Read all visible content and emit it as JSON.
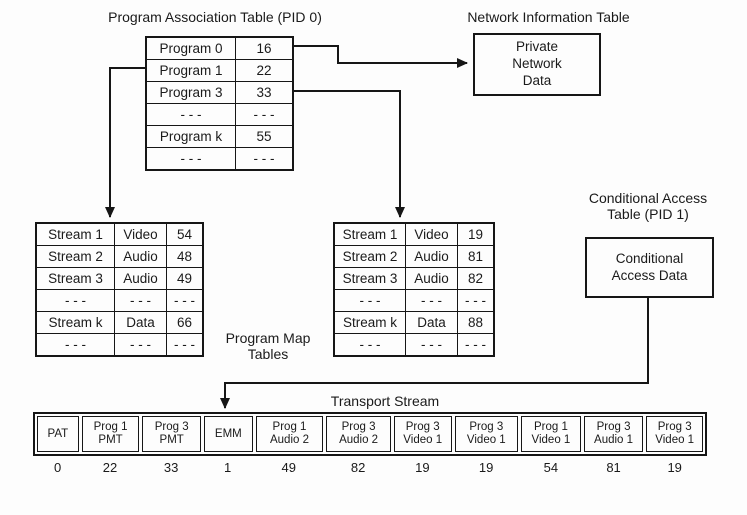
{
  "diagram": {
    "pat": {
      "title": "Program Association Table (PID 0)",
      "rows": [
        {
          "name": "Program 0",
          "pid": "16"
        },
        {
          "name": "Program 1",
          "pid": "22"
        },
        {
          "name": "Program 3",
          "pid": "33"
        },
        {
          "name": "- - -",
          "pid": "- - -"
        },
        {
          "name": "Program k",
          "pid": "55"
        },
        {
          "name": "- - -",
          "pid": "- - -"
        }
      ]
    },
    "nit": {
      "title": "Network Information Table",
      "box_label": "Private\nNetwork\nData"
    },
    "pmt_label": "Program Map\nTables",
    "pmt_left": {
      "rows": [
        {
          "stream": "Stream 1",
          "type": "Video",
          "pid": "54"
        },
        {
          "stream": "Stream 2",
          "type": "Audio",
          "pid": "48"
        },
        {
          "stream": "Stream 3",
          "type": "Audio",
          "pid": "49"
        },
        {
          "stream": "- - -",
          "type": "- - -",
          "pid": "- - -"
        },
        {
          "stream": "Stream k",
          "type": "Data",
          "pid": "66"
        },
        {
          "stream": "- - -",
          "type": "- - -",
          "pid": "- - -"
        }
      ]
    },
    "pmt_right": {
      "rows": [
        {
          "stream": "Stream 1",
          "type": "Video",
          "pid": "19"
        },
        {
          "stream": "Stream 2",
          "type": "Audio",
          "pid": "81"
        },
        {
          "stream": "Stream 3",
          "type": "Audio",
          "pid": "82"
        },
        {
          "stream": "- - -",
          "type": "- - -",
          "pid": "- - -"
        },
        {
          "stream": "Stream k",
          "type": "Data",
          "pid": "88"
        },
        {
          "stream": "- - -",
          "type": "- - -",
          "pid": "- - -"
        }
      ]
    },
    "cat": {
      "title": "Conditional Access\nTable (PID 1)",
      "box_label": "Conditional\nAccess Data"
    },
    "transport": {
      "title": "Transport Stream",
      "cells": [
        {
          "label": "PAT",
          "pid": "0"
        },
        {
          "label": "Prog 1\nPMT",
          "pid": "22"
        },
        {
          "label": "Prog 3\nPMT",
          "pid": "33"
        },
        {
          "label": "EMM",
          "pid": "1"
        },
        {
          "label": "Prog 1\nAudio 2",
          "pid": "49"
        },
        {
          "label": "Prog 3\nAudio 2",
          "pid": "82"
        },
        {
          "label": "Prog 3\nVideo 1",
          "pid": "19"
        },
        {
          "label": "Prog 3\nVideo 1",
          "pid": "19"
        },
        {
          "label": "Prog 1\nVideo 1",
          "pid": "54"
        },
        {
          "label": "Prog 3\nAudio 1",
          "pid": "81"
        },
        {
          "label": "Prog 3\nVideo 1",
          "pid": "19"
        }
      ]
    }
  }
}
